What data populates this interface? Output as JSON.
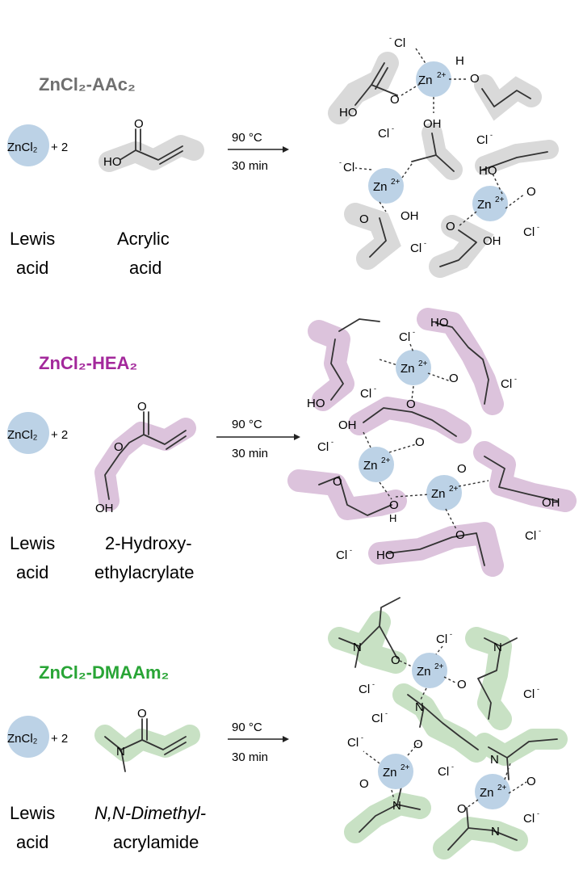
{
  "colors": {
    "gray": "#6f6f6f",
    "magenta": "#a3289b",
    "green": "#29a536",
    "zn_blue": "#bcd2e6",
    "gray_bg": "#d9d9d9",
    "purple_bg": "#dcc3dc",
    "green_bg": "#c8e1c4"
  },
  "sections": [
    {
      "title": "ZnCl₂-AAc₂",
      "reactant": "ZnCl₂",
      "stoich": "+ 2",
      "condition_temp": "90 °C",
      "condition_time": "30 min",
      "lewis_line1": "Lewis",
      "lewis_line2": "acid",
      "ligand_line1": "Acrylic",
      "ligand_line2": "acid"
    },
    {
      "title": "ZnCl₂-HEA₂",
      "reactant": "ZnCl₂",
      "stoich": "+ 2",
      "condition_temp": "90 °C",
      "condition_time": "30 min",
      "lewis_line1": "Lewis",
      "lewis_line2": "acid",
      "ligand_line1": "2-Hydroxy-",
      "ligand_line2": "ethylacrylate"
    },
    {
      "title": "ZnCl₂-DMAAm₂",
      "reactant": "ZnCl₂",
      "stoich": "+ 2",
      "condition_temp": "90 °C",
      "condition_time": "30 min",
      "lewis_line1": "Lewis",
      "lewis_line2": "acid",
      "ligand_line1": "N,N-Dimethyl-",
      "ligand_line2": "acrylamide"
    }
  ],
  "atoms": {
    "zn": "Zn",
    "zn_charge": "2+",
    "cl": "Cl",
    "cl_charge": "-",
    "o": "O",
    "oh": "OH",
    "ho": "HO",
    "h": "H",
    "n": "N"
  }
}
